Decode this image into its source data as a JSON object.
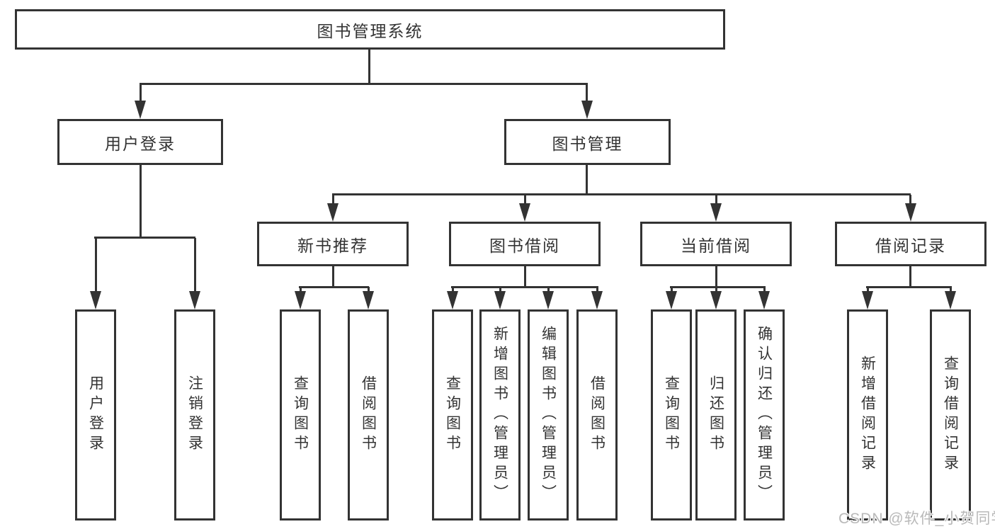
{
  "colors": {
    "line": "#333333",
    "box_border": "#333333",
    "text": "#333333",
    "background": "#ffffff",
    "watermark": "#b9b9b9"
  },
  "watermark": {
    "text": "CSDN @软件_小贺同学"
  },
  "nodes": {
    "root": "图书管理系统",
    "login": {
      "label": "用户登录",
      "children": [
        "用户登录",
        "注销登录"
      ]
    },
    "mgmt": {
      "label": "图书管理",
      "sections": [
        {
          "label": "新书推荐",
          "children": [
            "查询图书",
            "借阅图书"
          ]
        },
        {
          "label": "图书借阅",
          "children": [
            "查询图书",
            "新增图书（管理员）",
            "编辑图书（管理员）",
            "借阅图书"
          ]
        },
        {
          "label": "当前借阅",
          "children": [
            "查询图书",
            "归还图书",
            "确认归还（管理员）"
          ]
        },
        {
          "label": "借阅记录",
          "children": [
            "新增借阅记录",
            "查询借阅记录"
          ]
        }
      ]
    }
  }
}
